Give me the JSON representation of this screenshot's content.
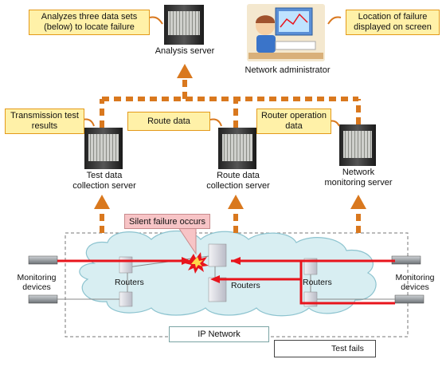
{
  "callouts": {
    "analyzes": "Analyzes three data sets\n(below) to locate failure",
    "location": "Location of failure\ndisplayed on screen",
    "transmission": "Transmission test\nresults",
    "route_data": "Route data",
    "router_operation": "Router operation\ndata"
  },
  "labels": {
    "analysis_server": "Analysis server",
    "network_admin": "Network administrator",
    "test_data_server": "Test data\ncollection server",
    "route_data_server": "Route data\ncollection server",
    "network_monitoring_server": "Network\nmonitoring server",
    "monitoring_devices_left": "Monitoring\ndevices",
    "monitoring_devices_right": "Monitoring\ndevices",
    "routers_left": "Routers",
    "routers_center": "Routers",
    "routers_right": "Routers",
    "silent_failure": "Silent failure occurs",
    "ip_network": "IP Network",
    "legend_test_fails": "Test fails"
  },
  "colors": {
    "arrow_orange": "#d9781e",
    "test_fail_red": "#e8141c",
    "callout_fill": "#fff1a8",
    "cloud_fill": "#d8eef2"
  }
}
